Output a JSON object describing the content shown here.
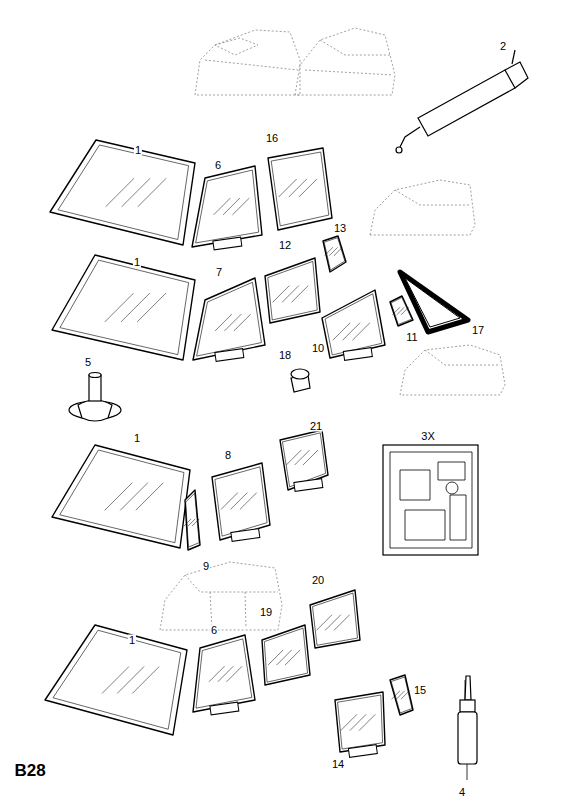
{
  "diagram": {
    "labels": [
      "2",
      "16",
      "1",
      "6",
      "13",
      "12",
      "1",
      "7",
      "17",
      "11",
      "10",
      "18",
      "5",
      "1",
      "8",
      "21",
      "3X",
      "9",
      "20",
      "1",
      "6",
      "19",
      "15",
      "14",
      "4",
      "B28"
    ]
  }
}
